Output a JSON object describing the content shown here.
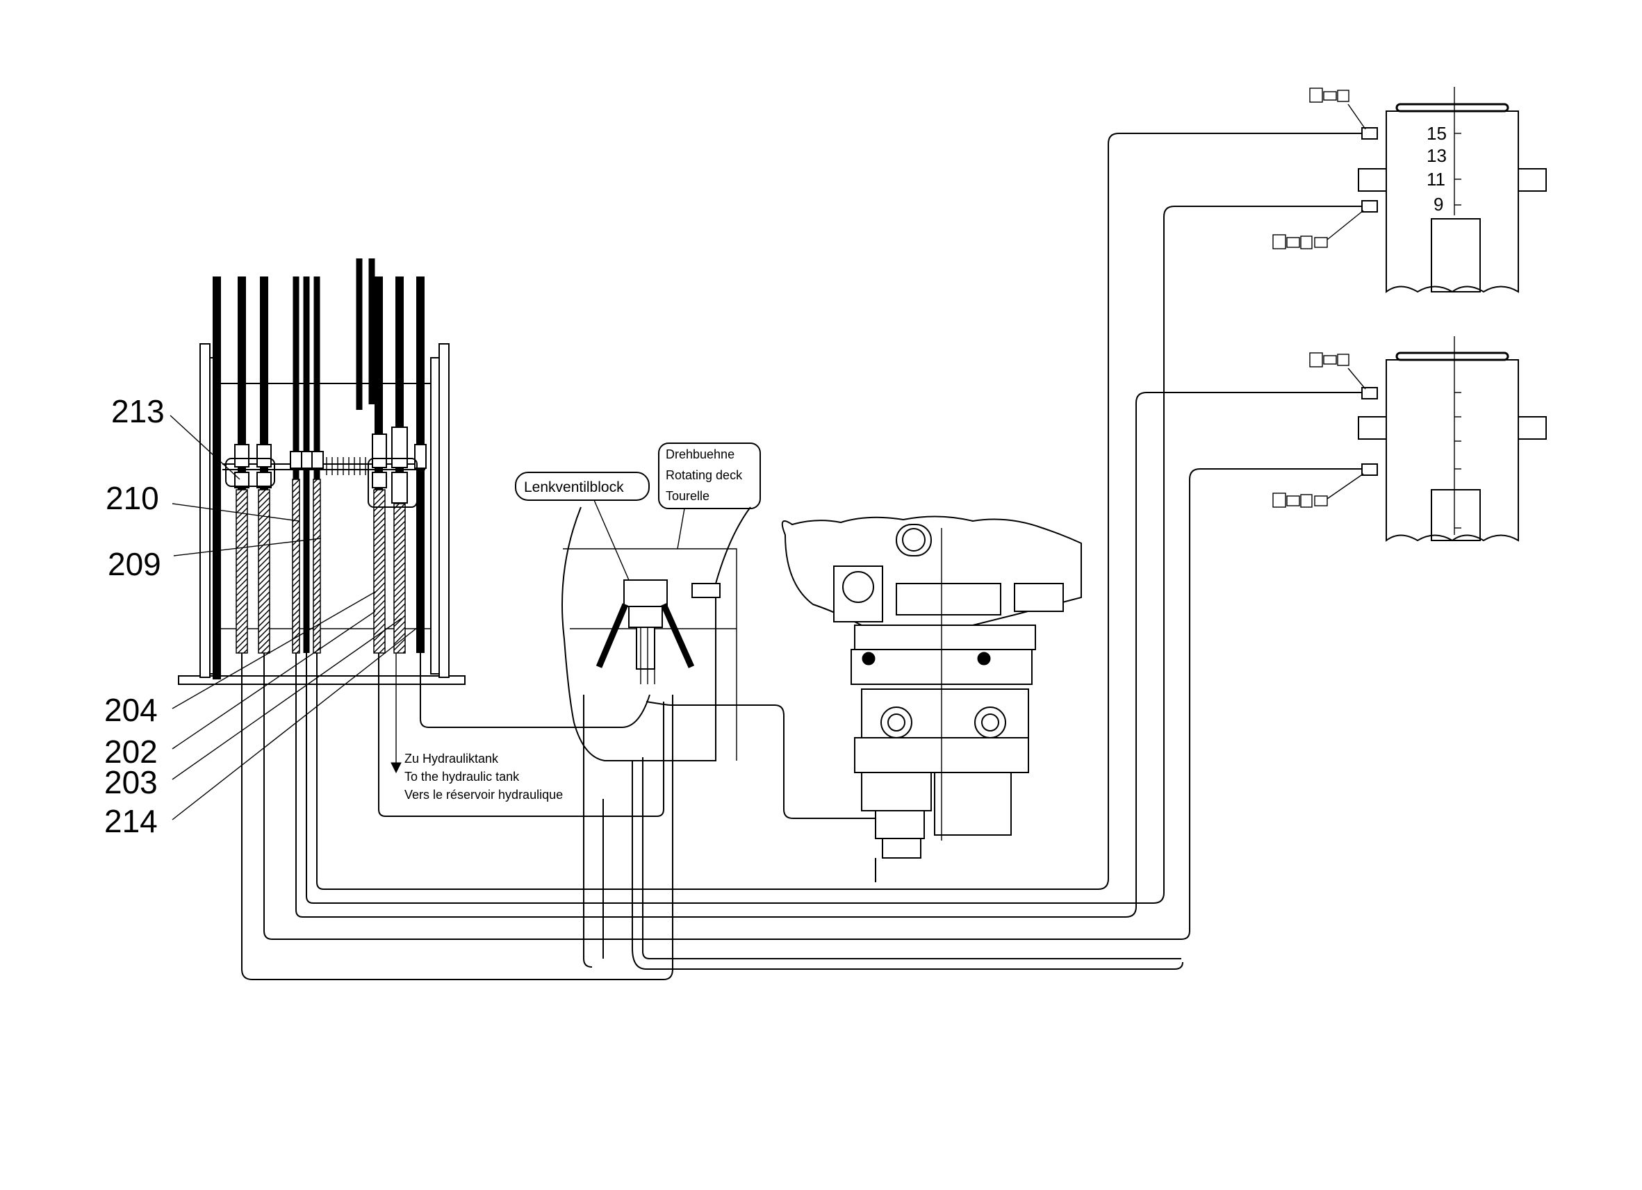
{
  "callouts": {
    "c213": "213",
    "c210": "210",
    "c209": "209",
    "c204": "204",
    "c202": "202",
    "c203": "203",
    "c214": "214"
  },
  "labels": {
    "steering_valve_block": "Lenkventilblock",
    "rotating_deck": [
      "Drehbuehne",
      "Rotating deck",
      "Tourelle"
    ],
    "tank": [
      "Zu Hydrauliktank",
      "To the hydraulic tank",
      "Vers le réservoir hydraulique"
    ],
    "cylinder_scale": [
      "15",
      "13",
      "11",
      "9"
    ]
  },
  "colors": {
    "line": "#000000",
    "background": "#ffffff"
  }
}
